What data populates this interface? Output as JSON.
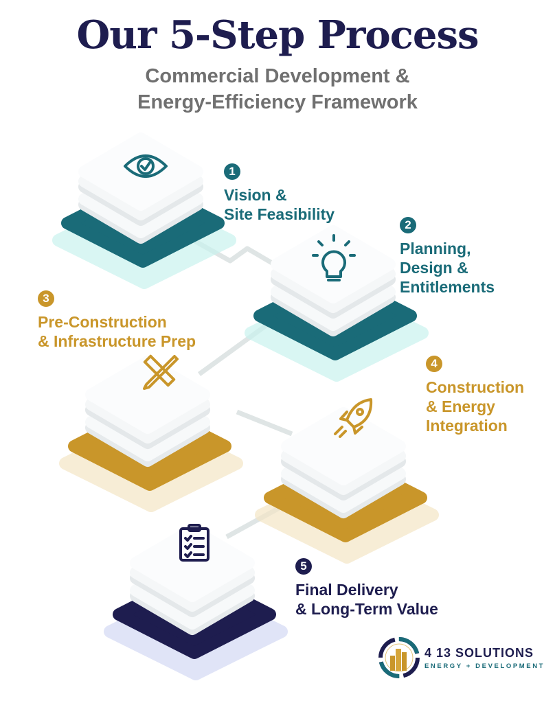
{
  "header": {
    "title": "Our 5-Step Process",
    "subtitle_line1": "Commercial Development &",
    "subtitle_line2": "Energy-Efficiency Framework"
  },
  "colors": {
    "teal": "#1a6b78",
    "gold": "#c9962a",
    "navy": "#1e1d4f",
    "subtitle": "#707070"
  },
  "steps": [
    {
      "number": "1",
      "line1": "Vision &",
      "line2": "Site Feasibility",
      "line3": "",
      "icon": "eye-check-icon",
      "color": "teal"
    },
    {
      "number": "2",
      "line1": "Planning,",
      "line2": "Design &",
      "line3": "Entitlements",
      "icon": "lightbulb-icon",
      "color": "teal"
    },
    {
      "number": "3",
      "line1": "Pre-Construction",
      "line2": "& Infrastructure Prep",
      "line3": "",
      "icon": "ruler-pencil-icon",
      "color": "gold"
    },
    {
      "number": "4",
      "line1": "Construction",
      "line2": "& Energy",
      "line3": "Integration",
      "icon": "rocket-icon",
      "color": "gold"
    },
    {
      "number": "5",
      "line1": "Final Delivery",
      "line2": "& Long-Term Value",
      "line3": "",
      "icon": "clipboard-checklist-icon",
      "color": "navy"
    }
  ],
  "logo": {
    "name": "4 13 SOLUTIONS",
    "tagline": "ENERGY + DEVELOPMENT"
  }
}
